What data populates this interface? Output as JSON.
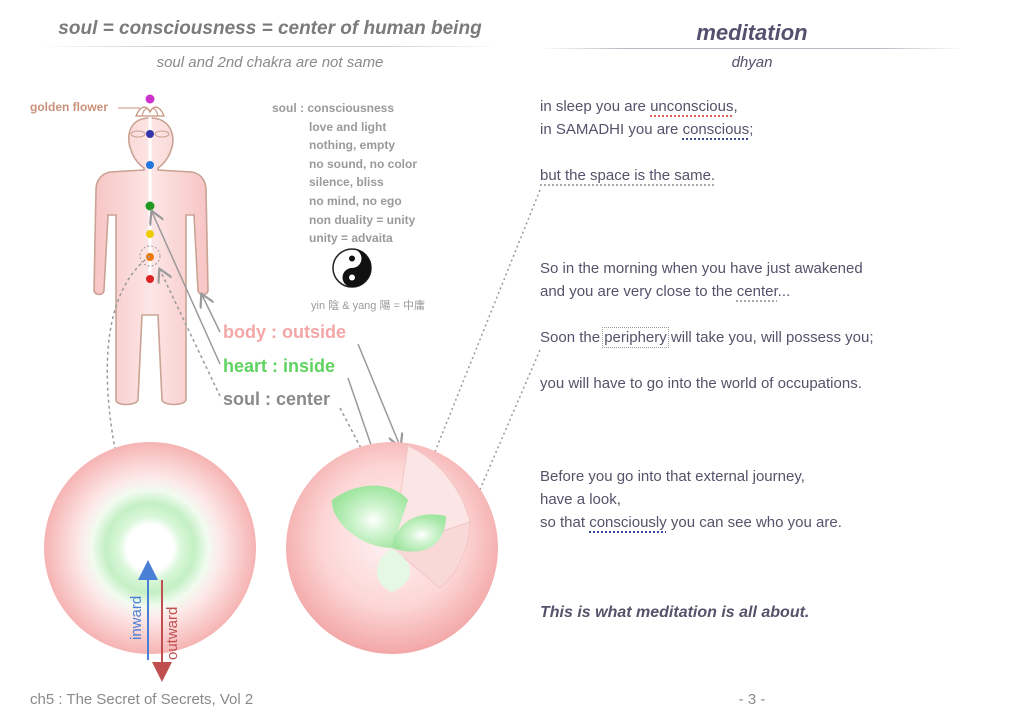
{
  "left": {
    "title": "soul = consciousness = center of human being",
    "subtitle": "soul and 2nd chakra are not same",
    "golden_flower_label": "golden flower",
    "soul_list": {
      "head": "soul : consciousness",
      "items": [
        "love and light",
        "nothing, empty",
        "no sound, no color",
        "silence, bliss",
        "no mind, no ego",
        "non duality = unity",
        "unity = advaita"
      ]
    },
    "yin_yang_caption": "yin 陰 & yang 陽 = 中庸",
    "labels": {
      "body": "body : outside",
      "heart": "heart : inside",
      "soul": "soul : center"
    },
    "arrows": {
      "inward": "inward",
      "outward": "outward"
    },
    "chakra_colors": [
      "#cc33cc",
      "#3333aa",
      "#2277dd",
      "#229922",
      "#eecc00",
      "#ee7700",
      "#dd2222"
    ],
    "colors": {
      "body": "#f4a7a7",
      "heart": "#5fd35f",
      "soul": "#8a8a8a",
      "inward": "#4a7fd6",
      "outward": "#c05050"
    }
  },
  "right": {
    "title": "meditation",
    "subtitle": "dhyan",
    "p1": {
      "a": "in sleep you are ",
      "b": "unconscious",
      "c": ",",
      "d": "in SAMADHI you are ",
      "e": "conscious",
      "f": ";"
    },
    "p2": "but the space is the same.",
    "p3": {
      "a": "So in the morning when you have just awakened",
      "b": "and you are very close to the ",
      "c": "center",
      "d": "..."
    },
    "p4": {
      "a": "Soon the ",
      "b": "periphery",
      "c": " will take you, will possess you;"
    },
    "p5": "you will have to go into the world of occupations.",
    "p6": {
      "a": "Before you go into that external journey,",
      "b": "have a look,",
      "c": "so that ",
      "d": "consciously",
      "e": " you can see who you are."
    },
    "closing": "This is what meditation is all about."
  },
  "footer": {
    "left": "ch5 : The Secret of Secrets, Vol 2",
    "right": "- 3 -"
  }
}
